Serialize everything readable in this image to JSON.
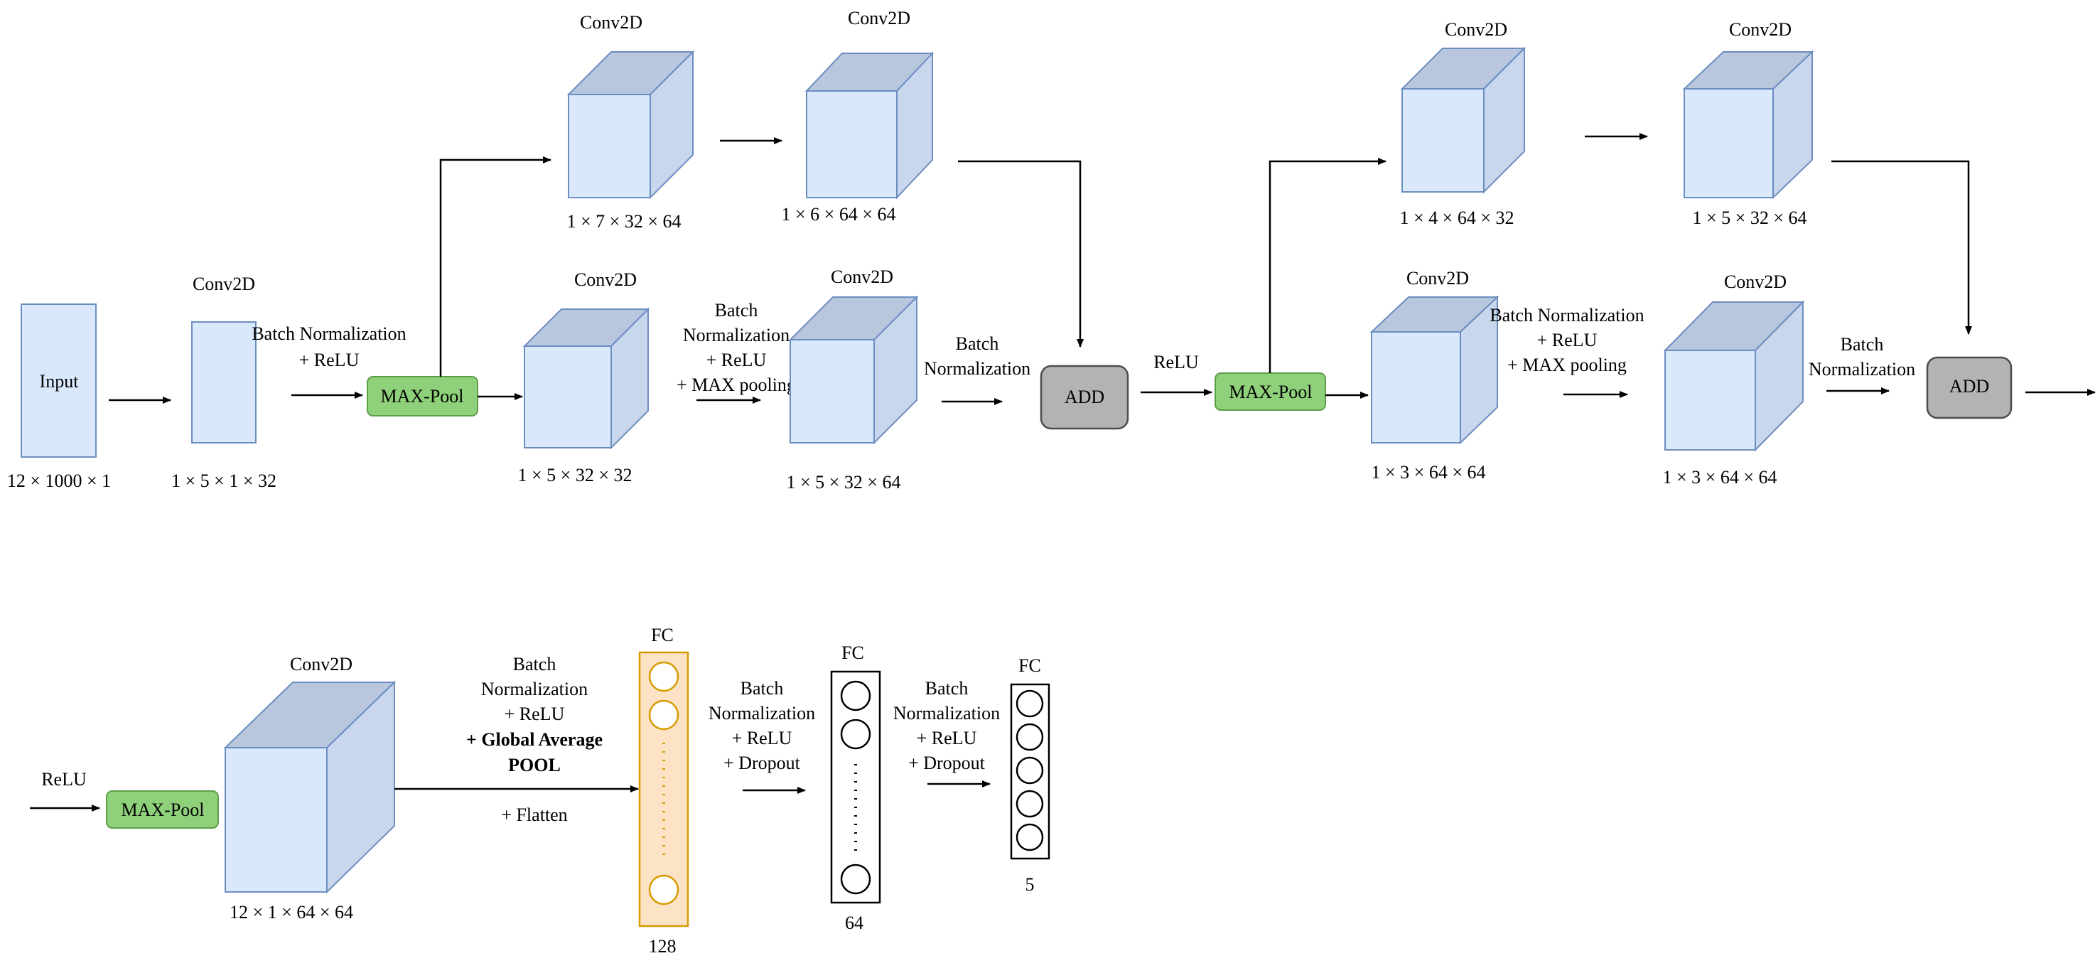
{
  "input": {
    "label": "Input",
    "dim": "12 × 1000 × 1"
  },
  "conv1": {
    "title": "Conv2D",
    "dim": "1 × 5 × 1 × 32"
  },
  "bn_relu_1": {
    "line1": "Batch Normalization",
    "line2": "+ ReLU"
  },
  "pool_label": "MAX-Pool",
  "block1": {
    "upper_a": {
      "title": "Conv2D",
      "dim": "1 × 7 × 32 × 64"
    },
    "upper_b": {
      "title": "Conv2D",
      "dim": "1 × 6 × 64 × 64"
    },
    "lower_a": {
      "title": "Conv2D",
      "dim": "1 × 5 × 32 × 32"
    },
    "lower_b": {
      "title": "Conv2D",
      "dim": "1 × 5 × 32 × 64"
    },
    "mid_label": {
      "line1": "Batch",
      "line2": "Normalization",
      "line3": "+ ReLU",
      "line4": "+ MAX pooling"
    },
    "bn_label": {
      "line1": "Batch",
      "line2": "Normalization"
    },
    "add": "ADD",
    "relu": "ReLU"
  },
  "block2": {
    "upper_a": {
      "title": "Conv2D",
      "dim": "1 × 4 × 64 × 32"
    },
    "upper_b": {
      "title": "Conv2D",
      "dim": "1 × 5 × 32 × 64"
    },
    "lower_a": {
      "title": "Conv2D",
      "dim": "1 × 3 × 64 × 64"
    },
    "lower_b": {
      "title": "Conv2D",
      "dim": "1 × 3 × 64 × 64"
    },
    "mid_label": {
      "line1": "Batch Normalization",
      "line2": "+ ReLU",
      "line3": "+ MAX pooling"
    },
    "bn_label": {
      "line1": "Batch",
      "line2": "Normalization"
    },
    "add": "ADD"
  },
  "row2": {
    "relu": "ReLU",
    "conv": {
      "title": "Conv2D",
      "dim": "12 × 1 × 64 × 64"
    },
    "gap_label": {
      "line1": "Batch",
      "line2": "Normalization",
      "line3": "+ ReLU",
      "line4": "+ Global Average",
      "line5": "POOL",
      "line6": "+ Flatten"
    },
    "fc1": {
      "title": "FC",
      "size": "128"
    },
    "bn_drop_1": {
      "line1": "Batch",
      "line2": "Normalization",
      "line3": "+ ReLU",
      "line4": "+ Dropout"
    },
    "fc2": {
      "title": "FC",
      "size": "64"
    },
    "bn_drop_2": {
      "line1": "Batch",
      "line2": "Normalization",
      "line3": "+ ReLU",
      "line4": "+ Dropout"
    },
    "fc3": {
      "title": "FC",
      "size": "5"
    }
  },
  "colors": {
    "conv_front": "#dae8fc",
    "conv_stroke": "#6c8ebf",
    "pool_fill": "#8fd17a",
    "add_fill": "#b3b3b3",
    "fc128_fill": "#fce3c5",
    "fc128_stroke": "#d79b00"
  }
}
